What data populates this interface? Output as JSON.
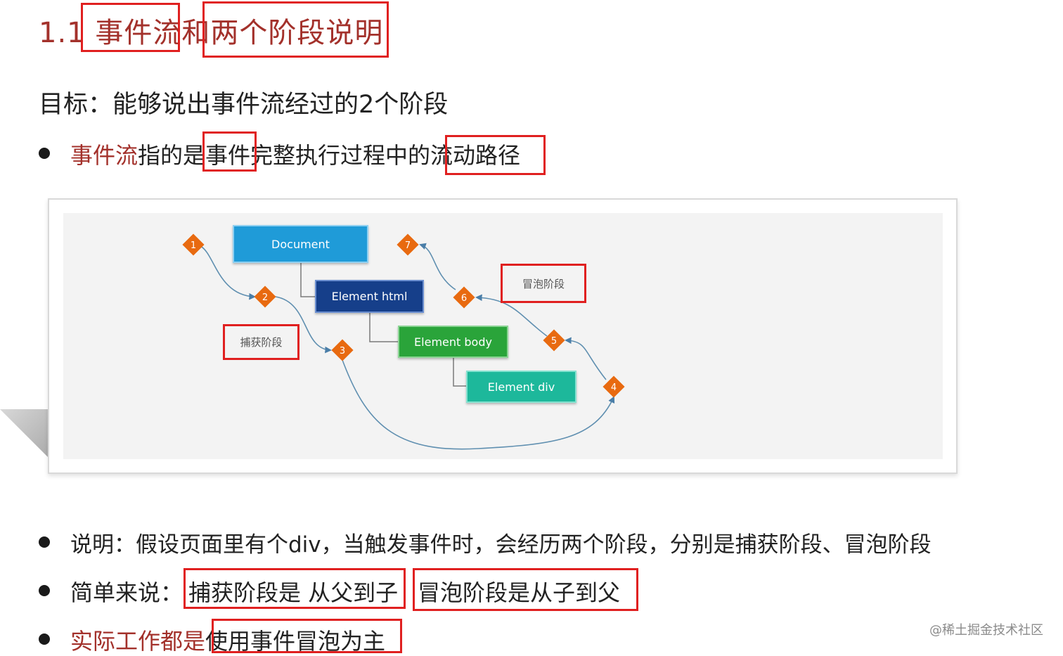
{
  "title": {
    "number": "1.1",
    "text": "事件流和两个阶段说明"
  },
  "goal": "目标：能够说出事件流经过的2个阶段",
  "bullets": {
    "b1": {
      "red": "事件流",
      "rest": "指的是事件完整执行过程中的流动路径"
    },
    "b2": "说明：假设页面里有个div，当触发事件时，会经历两个阶段，分别是捕获阶段、冒泡阶段",
    "b3": {
      "prefix": "简单来说：",
      "capture": "捕获阶段是 从父到子",
      "bubble": "冒泡阶段是从子到父"
    },
    "b4": {
      "red": "实际工作都是",
      "rest": "使用事件冒泡为主"
    }
  },
  "diagram": {
    "nodes": {
      "document": "Document",
      "html": "Element html",
      "body": "Element body",
      "div": "Element div"
    },
    "steps": [
      "1",
      "2",
      "3",
      "4",
      "5",
      "6",
      "7"
    ],
    "capture_label": "捕获阶段",
    "bubble_label": "冒泡阶段",
    "colors": {
      "document": "#1f9bd8",
      "html": "#163f8a",
      "body": "#2aa43a",
      "div": "#1db89b",
      "step": "#e86a10",
      "curve": "#5f8fb0",
      "highlight": "#e02020",
      "title": "#a3312b"
    }
  },
  "watermark": "@稀土掘金技术社区"
}
